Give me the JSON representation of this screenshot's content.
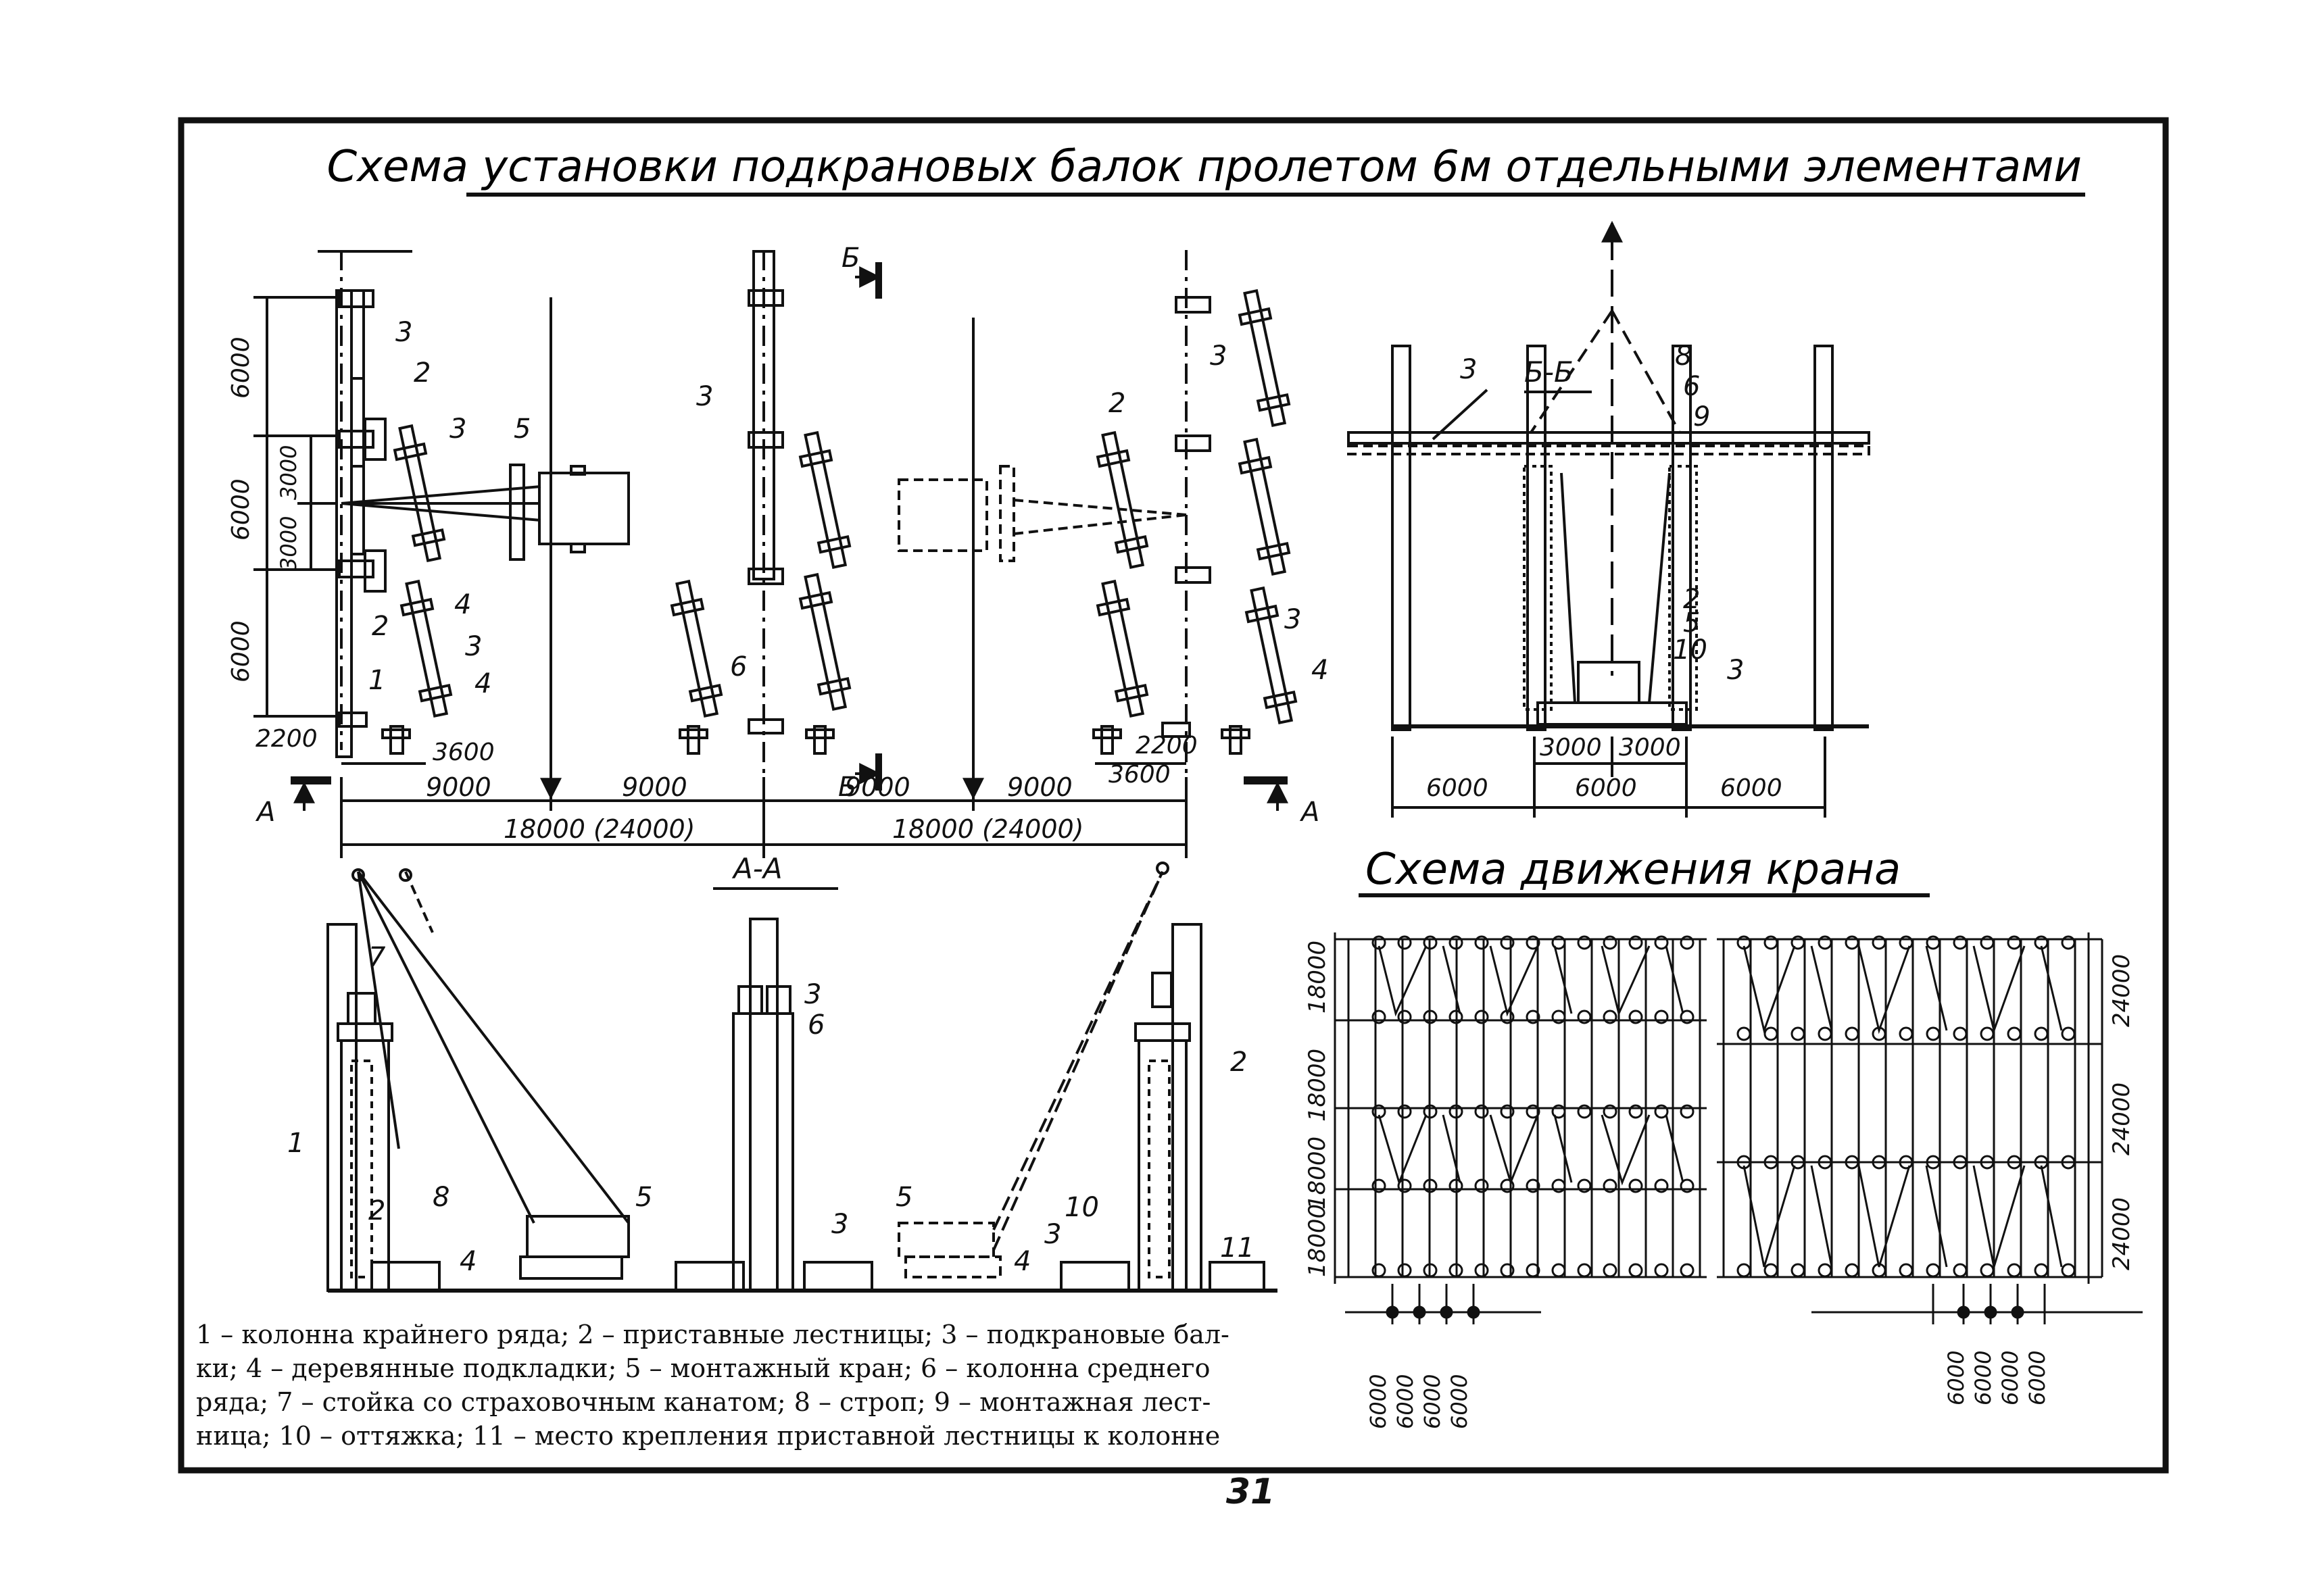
{
  "title": "Схема установки подкрановых балок пролетом 6м отдельными элементами",
  "section_bb": "Б-Б",
  "section_aa": "А-А",
  "crane_scheme_title": "Схема движения крана",
  "section_marks": {
    "a": "А",
    "b": "Б"
  },
  "plan_dims": {
    "d6000": "6000",
    "d3000": "3000",
    "d2200": "2200",
    "d3600": "3600",
    "d9000": "9000",
    "span": "18000 (24000)"
  },
  "bb_dims": {
    "d6000": "6000",
    "d3000": "3000"
  },
  "crane_dims": {
    "d18000": "18000",
    "d24000": "24000",
    "d6000": "6000"
  },
  "callouts": [
    "1",
    "2",
    "3",
    "4",
    "5",
    "6",
    "7",
    "8",
    "9",
    "10",
    "11"
  ],
  "legend": [
    "1 – колонна крайнего ряда; 2 – приставные лестницы; 3 – подкрановые бал-",
    "ки; 4 – деревянные подкладки; 5 – монтажный кран; 6 – колонна среднего",
    "ряда; 7 – стойка со страховочным канатом; 8 – строп; 9 – монтажная лест-",
    "ница; 10 – оттяжка; 11 – место крепления приставной лестницы к колонне"
  ],
  "page_number": "31"
}
